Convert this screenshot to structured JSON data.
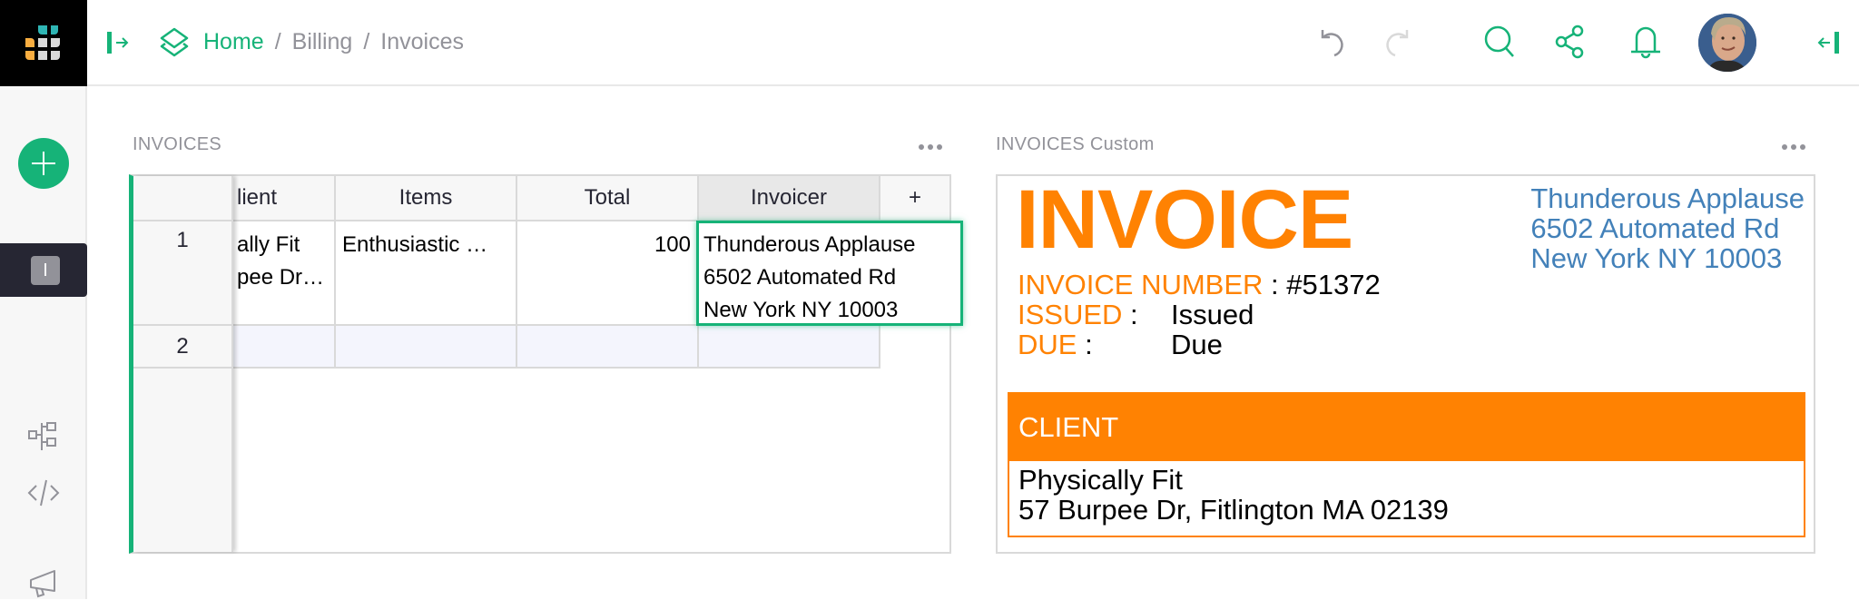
{
  "header": {
    "breadcrumb": [
      {
        "label": "Home"
      },
      {
        "label": "Billing"
      },
      {
        "label": "Invoices"
      }
    ],
    "separator": "/",
    "icons": {
      "left_toggle": "panel-expand-icon",
      "undo": "undo-icon",
      "redo": "redo-icon",
      "search": "search-icon",
      "share": "share-icon",
      "notifications": "bell-icon",
      "right_toggle": "panel-collapse-icon"
    }
  },
  "sidebar": {
    "add_button": "+",
    "pages": [
      {
        "icon_letter": "I"
      }
    ],
    "bottom_icons": [
      "widget-tree-icon",
      "code-icon",
      "megaphone-icon"
    ]
  },
  "panels": {
    "grid": {
      "title": "INVOICES",
      "columns": [
        "lient",
        "Items",
        "Total",
        "Invoicer",
        "+"
      ],
      "rows": [
        {
          "row_number": "1",
          "client": "ally Fit\npee Dr…",
          "items": "Enthusiastic …",
          "total": "100",
          "invoicer": "Thunderous Applause\n6502 Automated Rd\nNew York NY 10003"
        },
        {
          "row_number": "2",
          "client": "",
          "items": "",
          "total": "",
          "invoicer": ""
        }
      ]
    },
    "custom": {
      "title": "INVOICES Custom",
      "invoice_heading": "INVOICE",
      "invoice_number_label": "INVOICE NUMBER",
      "invoice_number_value": " : #51372",
      "issued_label": "ISSUED",
      "issued_sep": " : ",
      "issued_value": "Issued",
      "due_label": "DUE",
      "due_sep": " : ",
      "due_value": "Due",
      "invoicer": "Thunderous Applause\n6502 Automated Rd\nNew York NY 10003",
      "client_heading": "CLIENT",
      "client_details": "Physically Fit\n57 Burpee Dr, Fitlington MA 02139"
    }
  },
  "colors": {
    "accent_green": "#16b378",
    "invoice_orange": "#ff8202",
    "invoicer_blue": "#4381b9",
    "muted_gray": "#929299",
    "dark_nav": "#262633"
  }
}
